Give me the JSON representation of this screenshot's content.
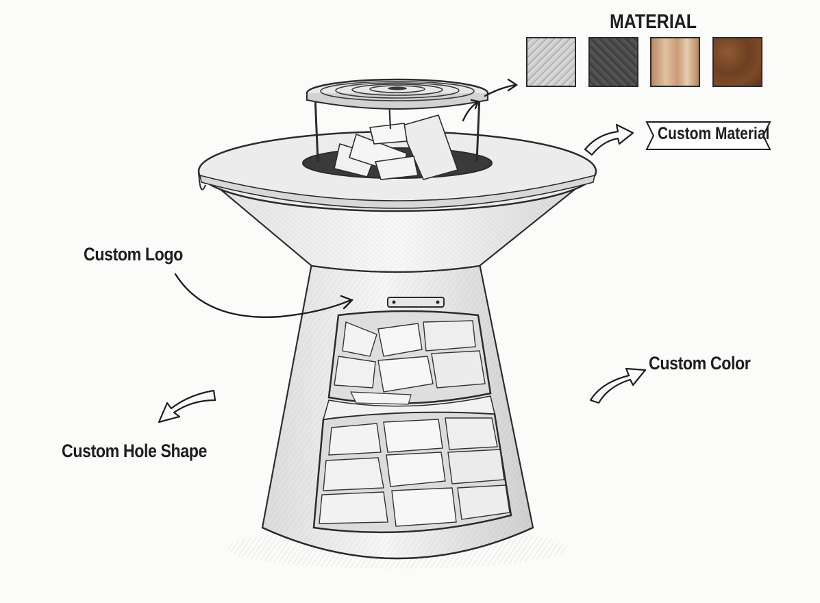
{
  "material": {
    "title": "MATERIAL",
    "swatches": [
      {
        "name": "stainless-steel",
        "color": "#bdbdbd"
      },
      {
        "name": "carbon-steel",
        "color": "#4a4a4a"
      },
      {
        "name": "copper",
        "color": "#c79a73"
      },
      {
        "name": "corten-steel",
        "color": "#7a4a2a"
      }
    ]
  },
  "callouts": {
    "custom_material": "Custom Material",
    "custom_logo": "Custom Logo",
    "custom_color": "Custom Color",
    "custom_hole_shape": "Custom Hole Shape"
  }
}
